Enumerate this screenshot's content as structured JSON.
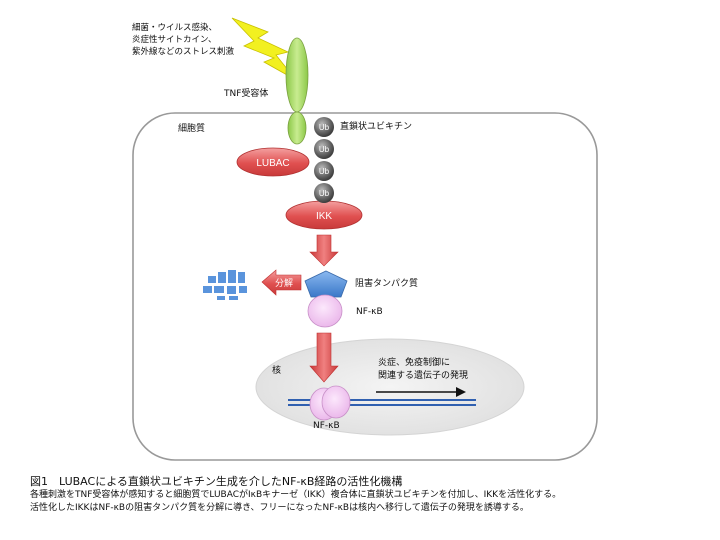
{
  "labels": {
    "stimulus": [
      "細菌・ウイルス感染、",
      "炎症性サイトカイン、",
      "紫外線などのストレス刺激"
    ],
    "receptor": "TNF受容体",
    "cytoplasm": "細胞質",
    "linear_ub": "直鎖状ユビキチン",
    "ub": "Ub",
    "lubac": "LUBAC",
    "ikk": "IKK",
    "degradation": "分解",
    "inhibitor": "阻害タンパク質",
    "nfkb_cyto": "NF-κB",
    "nucleus": "核",
    "gene_expr": [
      "炎症、免疫制御に",
      "関連する遺伝子の発現"
    ],
    "nfkb_nuc": "NF-κB"
  },
  "caption": {
    "title": "図1　LUBACによる直鎖状ユビキチン生成を介したNF-κB経路の活性化機構",
    "lines": [
      "各種刺激をTNF受容体が感知すると細胞質でLUBACがIκBキナーゼ（IKK）複合体に直鎖状ユビキチンを付加し、IKKを活性化する。",
      "活性化したIKKはNF-κBの阻害タンパク質を分解に導き、フリーになったNF-κBは核内へ移行して遺伝子の発現を誘導する。"
    ]
  },
  "colors": {
    "receptor": "#a8d860",
    "lubac_ikk": "#e05050",
    "ub": "#555555",
    "arrow": "#d84040",
    "inhibitor": "#4a88d8",
    "nfkb": "#f0c0f0",
    "nucleus": "#e8e8e8",
    "lightning": "#f0f020",
    "dna": "#3060b0"
  }
}
